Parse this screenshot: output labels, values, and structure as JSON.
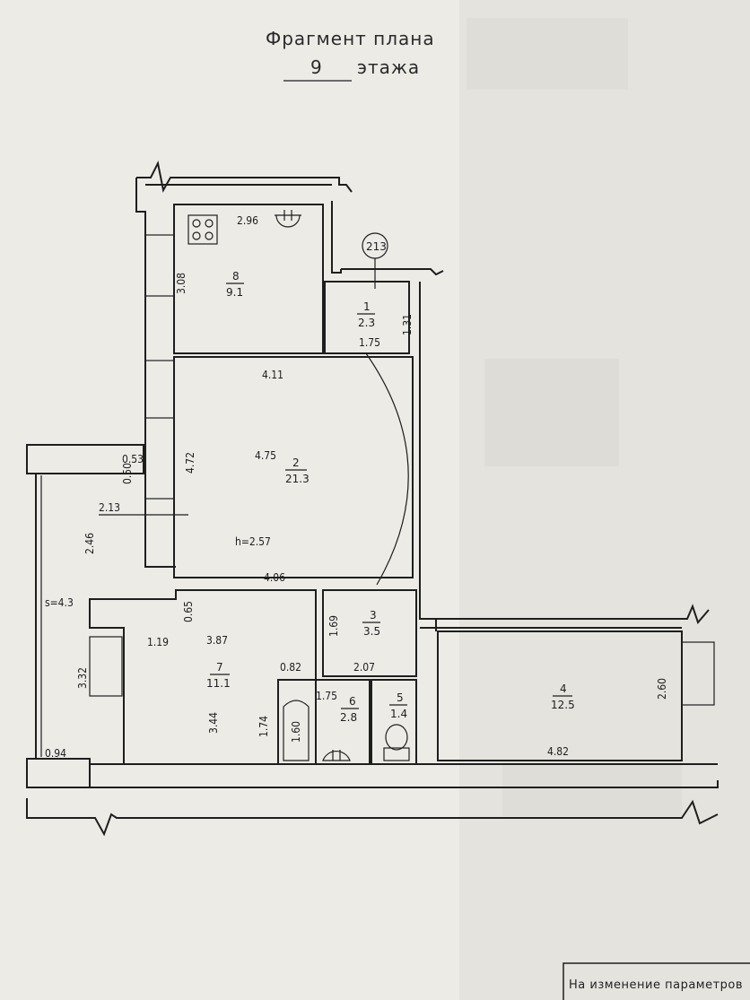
{
  "header": {
    "title": "Фрагмент плана",
    "floor_number": "9",
    "floor_word": "этажа"
  },
  "section_marker": "213",
  "rooms": [
    {
      "id": "r8",
      "number": "8",
      "area": "9.1"
    },
    {
      "id": "r1",
      "number": "1",
      "area": "2.3"
    },
    {
      "id": "r2",
      "number": "2",
      "area": "21.3"
    },
    {
      "id": "r3",
      "number": "3",
      "area": "3.5"
    },
    {
      "id": "r7",
      "number": "7",
      "area": "11.1"
    },
    {
      "id": "r6",
      "number": "6",
      "area": "2.8"
    },
    {
      "id": "r5",
      "number": "5",
      "area": "1.4"
    },
    {
      "id": "r4",
      "number": "4",
      "area": "12.5"
    }
  ],
  "dimensions": {
    "d296": "2.96",
    "d308": "3.08",
    "d131": "1.31",
    "d175a": "1.75",
    "d411": "4.11",
    "d472": "4.72",
    "d475": "4.75",
    "d053": "0.53",
    "d050": "0.50",
    "d213": "2.13",
    "d246": "2.46",
    "height": "h=2.57",
    "d406": "4.06",
    "d065": "0.65",
    "d169": "1.69",
    "d119": "1.19",
    "d387": "3.87",
    "d332": "3.32",
    "d082": "0.82",
    "d207": "2.07",
    "d175b": "1.75",
    "d344": "3.44",
    "d174": "1.74",
    "d160": "1.60",
    "d094": "0.94",
    "d260": "2.60",
    "d482": "4.82"
  },
  "balcony_area": "s=4.3",
  "footer": {
    "stamp_text": "На изменение параметров"
  }
}
